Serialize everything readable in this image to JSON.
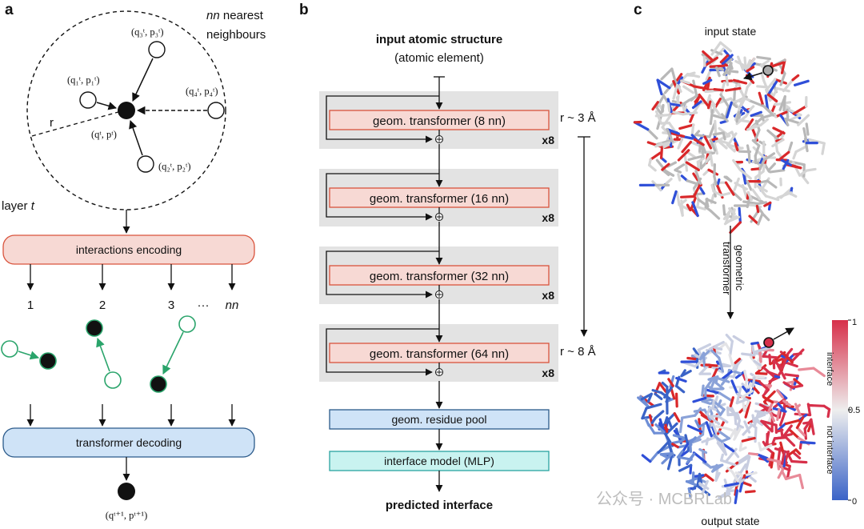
{
  "panels": {
    "a": {
      "letter": "a",
      "nn_word": "nn",
      "nn_rest": " nearest",
      "neighbours": "neighbours",
      "r": "r",
      "layer_word": "layer ",
      "layer_t": "t",
      "neighbor_labels": [
        "(q₃ᵗ, p₃ᵗ)",
        "(q₁ᵗ, p₁ᵗ)",
        "(q₄ᵗ, p₄ᵗ)",
        "(qᵗ, pᵗ)",
        "(q₂ᵗ, p₂ᵗ)"
      ],
      "encoding": "interactions encoding",
      "indices": [
        "1",
        "2",
        "3",
        "···",
        "nn"
      ],
      "decoding": "transformer decoding",
      "output": "(qᵗ⁺¹, pᵗ⁺¹)"
    },
    "b": {
      "letter": "b",
      "title": "input atomic structure",
      "subtitle": "(atomic element)",
      "blocks": [
        {
          "label": "geom. transformer (8 nn)",
          "repeat": "x8"
        },
        {
          "label": "geom. transformer (16 nn)",
          "repeat": "x8"
        },
        {
          "label": "geom. transformer (32 nn)",
          "repeat": "x8"
        },
        {
          "label": "geom. transformer (64 nn)",
          "repeat": "x8"
        }
      ],
      "range_start": "r ~ 3 Å",
      "range_end": "r ~ 8 Å",
      "pool": "geom. residue pool",
      "mlp": "interface model (MLP)",
      "output": "predicted interface"
    },
    "c": {
      "letter": "c",
      "input": "input state",
      "arrow_label_1": "geometric",
      "arrow_label_2": "transformer",
      "output": "output state",
      "colorbar": {
        "max": "1",
        "mid": "0.5",
        "min": "0",
        "label_top": "interface",
        "label_bottom": "not interface"
      }
    }
  },
  "watermark": "公众号 · MCBRLab",
  "colors": {
    "encoding_fill": "#f7d9d4",
    "encoding_stroke": "#d9533c",
    "decoding_fill": "#cfe3f7",
    "decoding_stroke": "#2b5a8a",
    "mlp_fill": "#c9f3f0",
    "mlp_stroke": "#2aa3a0",
    "block_bg": "#e3e3e3",
    "green": "#2aa46b",
    "interface_red": "#d7304a",
    "non_interface_blue": "#3a63c7"
  }
}
